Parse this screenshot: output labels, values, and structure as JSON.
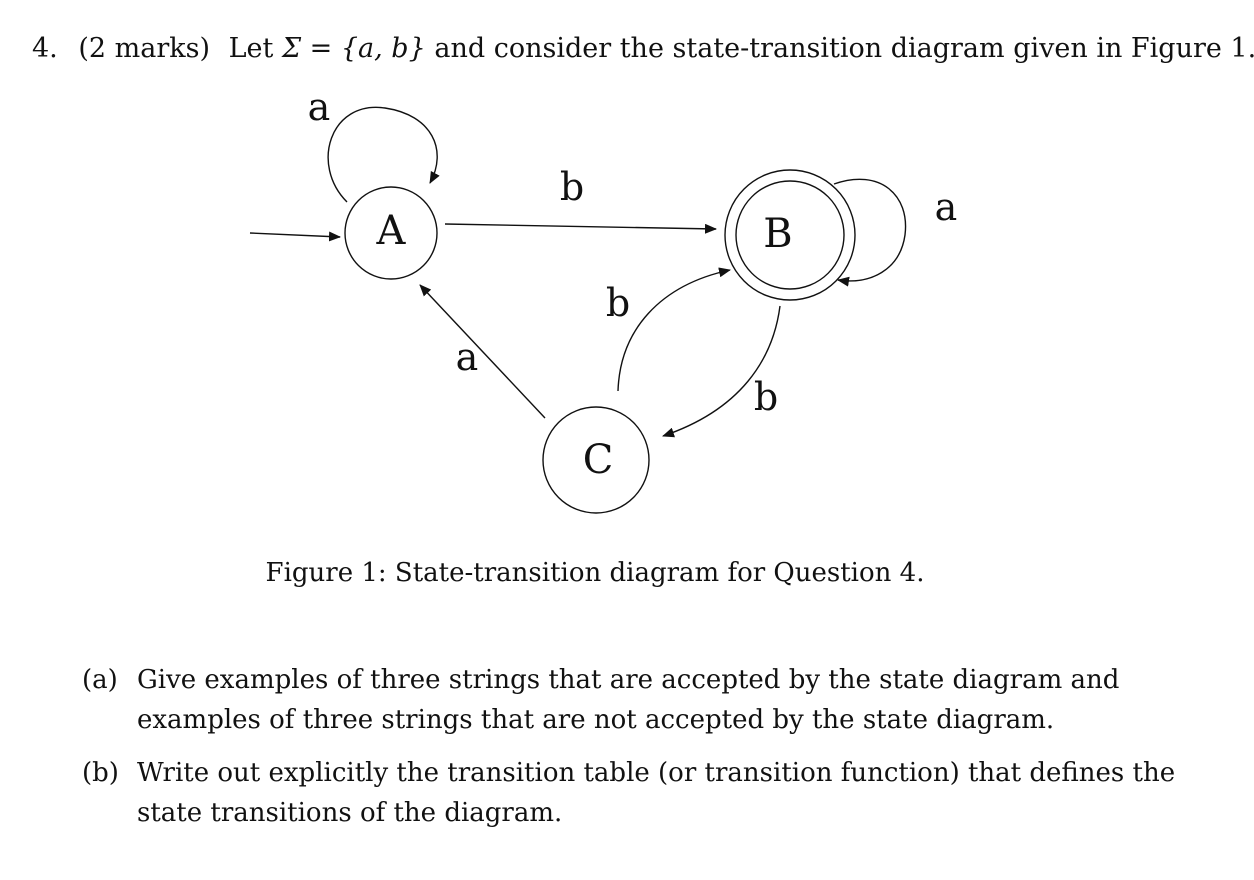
{
  "question": {
    "number": "4.",
    "marks": "(2 marks)",
    "text_before": "Let",
    "math": "Σ = {a, b}",
    "text_after": "and consider the state-transition diagram given in Figure 1."
  },
  "diagram": {
    "states": [
      {
        "id": "A",
        "label": "A",
        "start": true,
        "accepting": false
      },
      {
        "id": "B",
        "label": "B",
        "start": false,
        "accepting": true
      },
      {
        "id": "C",
        "label": "C",
        "start": false,
        "accepting": false
      }
    ],
    "transitions": [
      {
        "from": "A",
        "to": "A",
        "label": "a"
      },
      {
        "from": "A",
        "to": "B",
        "label": "b"
      },
      {
        "from": "B",
        "to": "B",
        "label": "a"
      },
      {
        "from": "C",
        "to": "B",
        "label": "b"
      },
      {
        "from": "B",
        "to": "C",
        "label": "b"
      },
      {
        "from": "C",
        "to": "A",
        "label": "a"
      }
    ]
  },
  "caption": "Figure 1: State-transition diagram for Question 4.",
  "parts": [
    {
      "tag": "(a)",
      "text": "Give examples of three strings that are accepted by the state diagram and examples of three strings that are not accepted by the state diagram."
    },
    {
      "tag": "(b)",
      "text": "Write out explicitly the transition table (or transition function) that defines the state transitions of the diagram."
    }
  ]
}
